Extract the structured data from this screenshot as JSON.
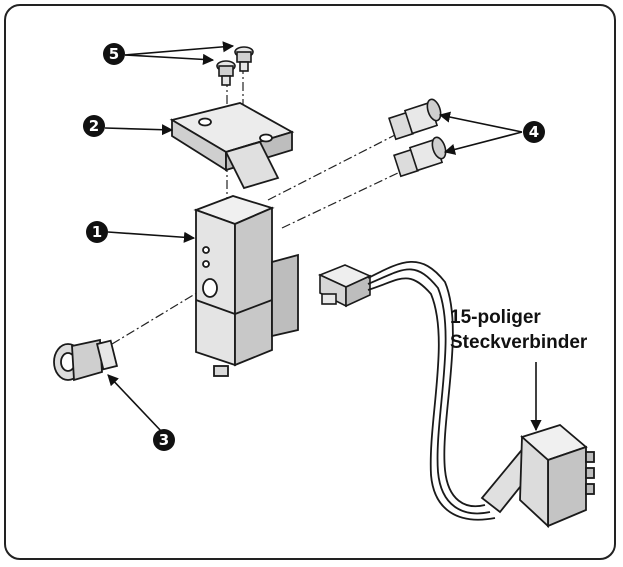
{
  "callouts": {
    "part1": "1",
    "part2": "2",
    "part3": "3",
    "part4": "4",
    "part5": "5"
  },
  "connector_label": {
    "line1": "15-poliger",
    "line2": "Steckverbinder"
  },
  "colors": {
    "line": "#1a1a1a",
    "badge": "#111111",
    "metal": "#e6e6e6",
    "shade": "#bdbdbd"
  }
}
